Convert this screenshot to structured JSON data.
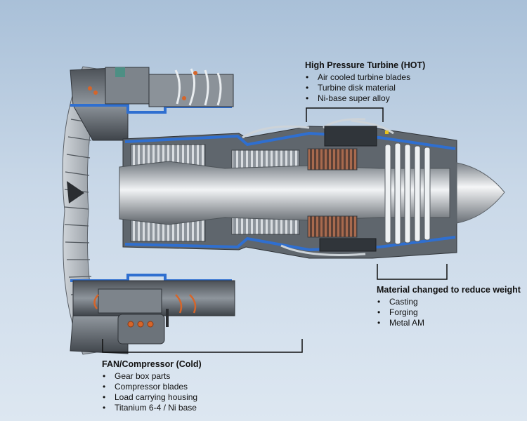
{
  "callouts": {
    "hpt": {
      "title": "High Pressure Turbine (HOT)",
      "items": [
        "Air cooled turbine blades",
        "Turbine disk material",
        "Ni-base super alloy"
      ]
    },
    "weight": {
      "title": "Material changed to reduce weight",
      "items": [
        "Casting",
        "Forging",
        "Metal AM"
      ]
    },
    "fan": {
      "title": "FAN/Compressor (Cold)",
      "items": [
        "Gear box parts",
        "Compressor blades",
        "Load carrying housing",
        "Titanium 6-4 / Ni base"
      ]
    }
  },
  "colors": {
    "background": "#c6d6e7",
    "casing_section": "#2f6fd0",
    "metal": "#9aa1a8",
    "copper_pipe": "#d5652a",
    "bracket": "#111111"
  }
}
